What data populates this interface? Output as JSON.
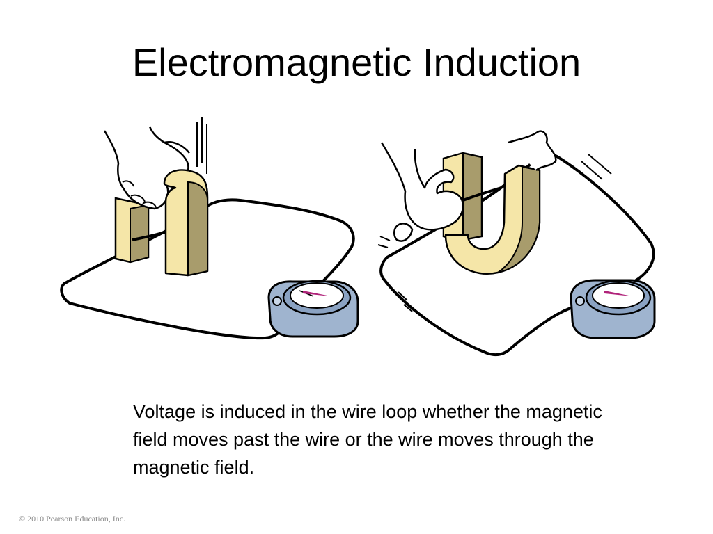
{
  "slide": {
    "title": "Electromagnetic Induction",
    "caption": "Voltage is induced in the wire loop whether the magnetic field moves past the wire or the wire moves through the magnetic field.",
    "copyright": "© 2010 Pearson Education, Inc."
  },
  "colors": {
    "magnet_face": "#f5e6a8",
    "magnet_side": "#a89c6c",
    "galvanometer_body": "#9fb4cf",
    "needle": "#b0237a",
    "outline": "#000000"
  }
}
